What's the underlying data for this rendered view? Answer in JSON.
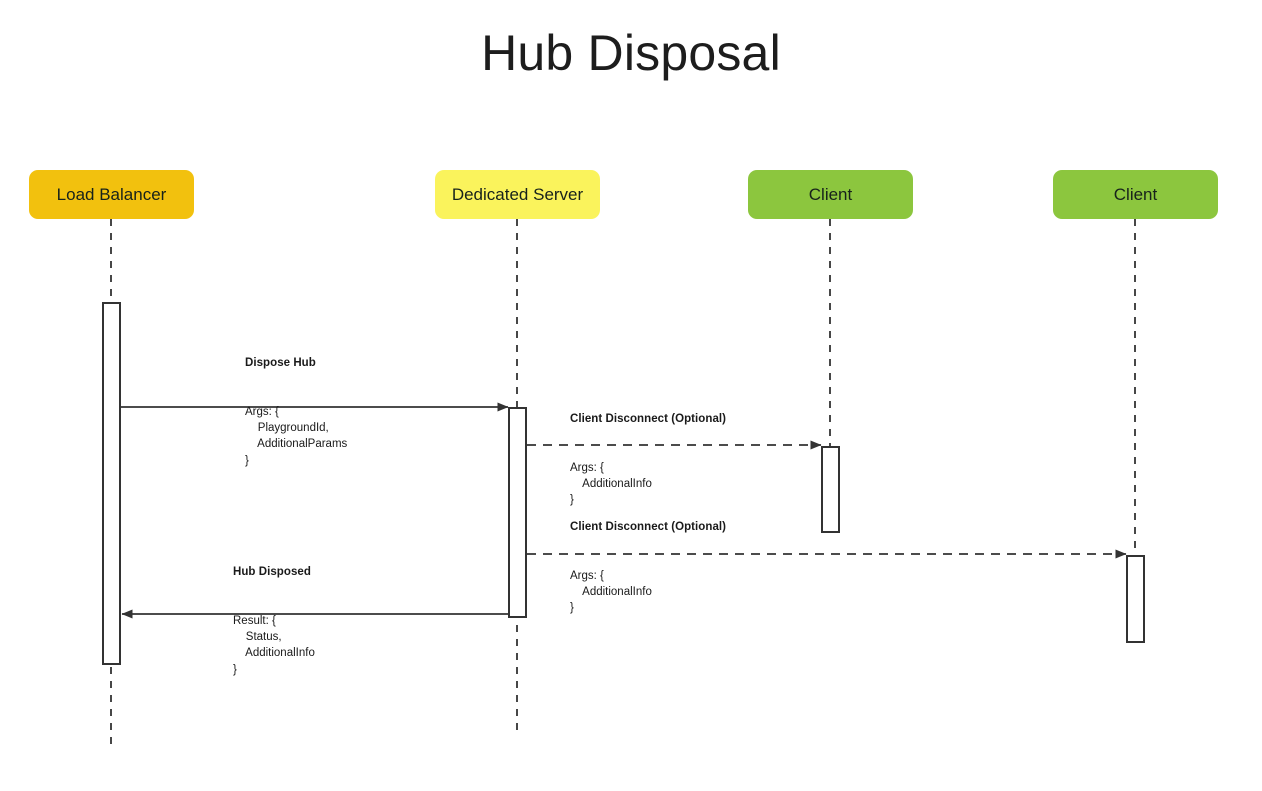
{
  "title": "Hub Disposal",
  "colors": {
    "load_balancer": "#F2C10E",
    "dedicated_server": "#FAF35C",
    "client": "#8CC63E",
    "line": "#333333",
    "text": "#1a1a1a",
    "background": "#FFFFFF"
  },
  "actors": [
    {
      "id": "load-balancer",
      "label": "Load Balancer",
      "color_key": "load_balancer"
    },
    {
      "id": "dedicated-server",
      "label": "Dedicated Server",
      "color_key": "dedicated_server"
    },
    {
      "id": "client-1",
      "label": "Client",
      "color_key": "client"
    },
    {
      "id": "client-2",
      "label": "Client",
      "color_key": "client"
    }
  ],
  "messages": [
    {
      "id": "dispose-hub",
      "title": "Dispose Hub",
      "body": "Args: {\n    PlaygroundId,\n    AdditionalParams\n}",
      "from": "load-balancer",
      "to": "dedicated-server",
      "style": "solid",
      "direction": "right"
    },
    {
      "id": "client-disconnect-1",
      "title": "Client Disconnect (Optional)",
      "body": "Args: {\n    AdditionalInfo\n}",
      "from": "dedicated-server",
      "to": "client-1",
      "style": "dashed",
      "direction": "right"
    },
    {
      "id": "client-disconnect-2",
      "title": "Client Disconnect (Optional)",
      "body": "Args: {\n    AdditionalInfo\n}",
      "from": "dedicated-server",
      "to": "client-2",
      "style": "dashed",
      "direction": "right"
    },
    {
      "id": "hub-disposed",
      "title": "Hub Disposed",
      "body": "Result: {\n    Status,\n    AdditionalInfo\n}",
      "from": "dedicated-server",
      "to": "load-balancer",
      "style": "solid",
      "direction": "left"
    }
  ]
}
